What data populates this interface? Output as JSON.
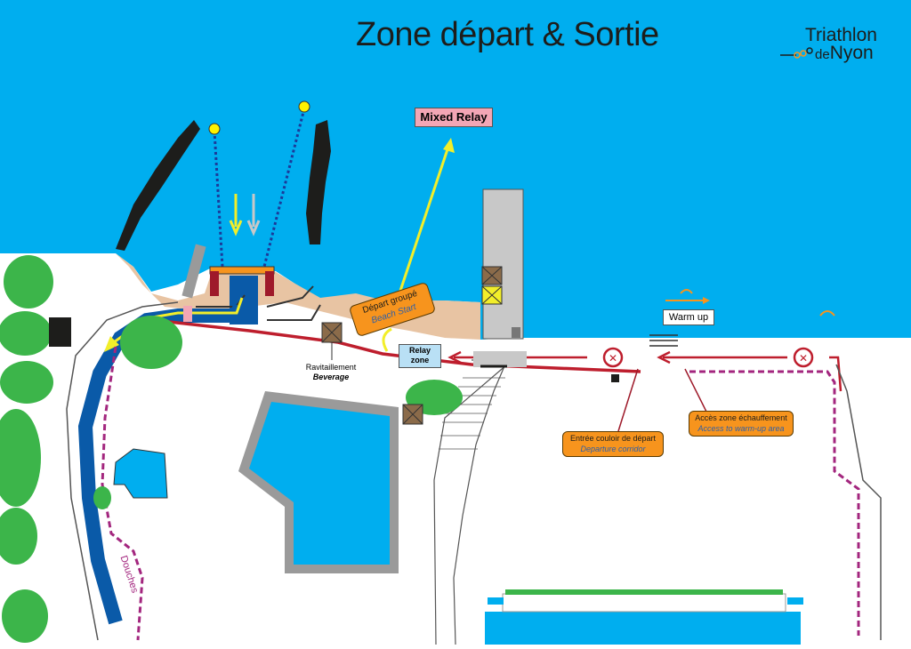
{
  "title": "Zone départ & Sortie",
  "brand": {
    "line1": "Triathlon",
    "prefix": "de",
    "line2": "Nyon"
  },
  "labels": {
    "mixed_relay": "Mixed Relay",
    "beach_start_fr": "Départ groupé",
    "beach_start_en": "Beach Start",
    "relay_zone_1": "Relay",
    "relay_zone_2": "zone",
    "beverage_fr": "Ravitaillement",
    "beverage_en": "Beverage",
    "warm_up": "Warm up",
    "departure_fr": "Entrée couloir de départ",
    "departure_en": "Departure corridor",
    "warmup_access_fr": "Accès zone échauffement",
    "warmup_access_en": "Access to warm-up area",
    "showers": "Douches"
  },
  "colors": {
    "lake": "#00aeef",
    "sand": "#e8c4a3",
    "tree": "#3cb54a",
    "route": "#be1e2d",
    "lane": "#0a5aa8",
    "path_purple": "#a3267e",
    "arrow_yellow": "#f2ee2a",
    "label_orange": "#f7941d",
    "label_pink": "#f3a6b5",
    "relay_blue": "#b9e0f5"
  }
}
